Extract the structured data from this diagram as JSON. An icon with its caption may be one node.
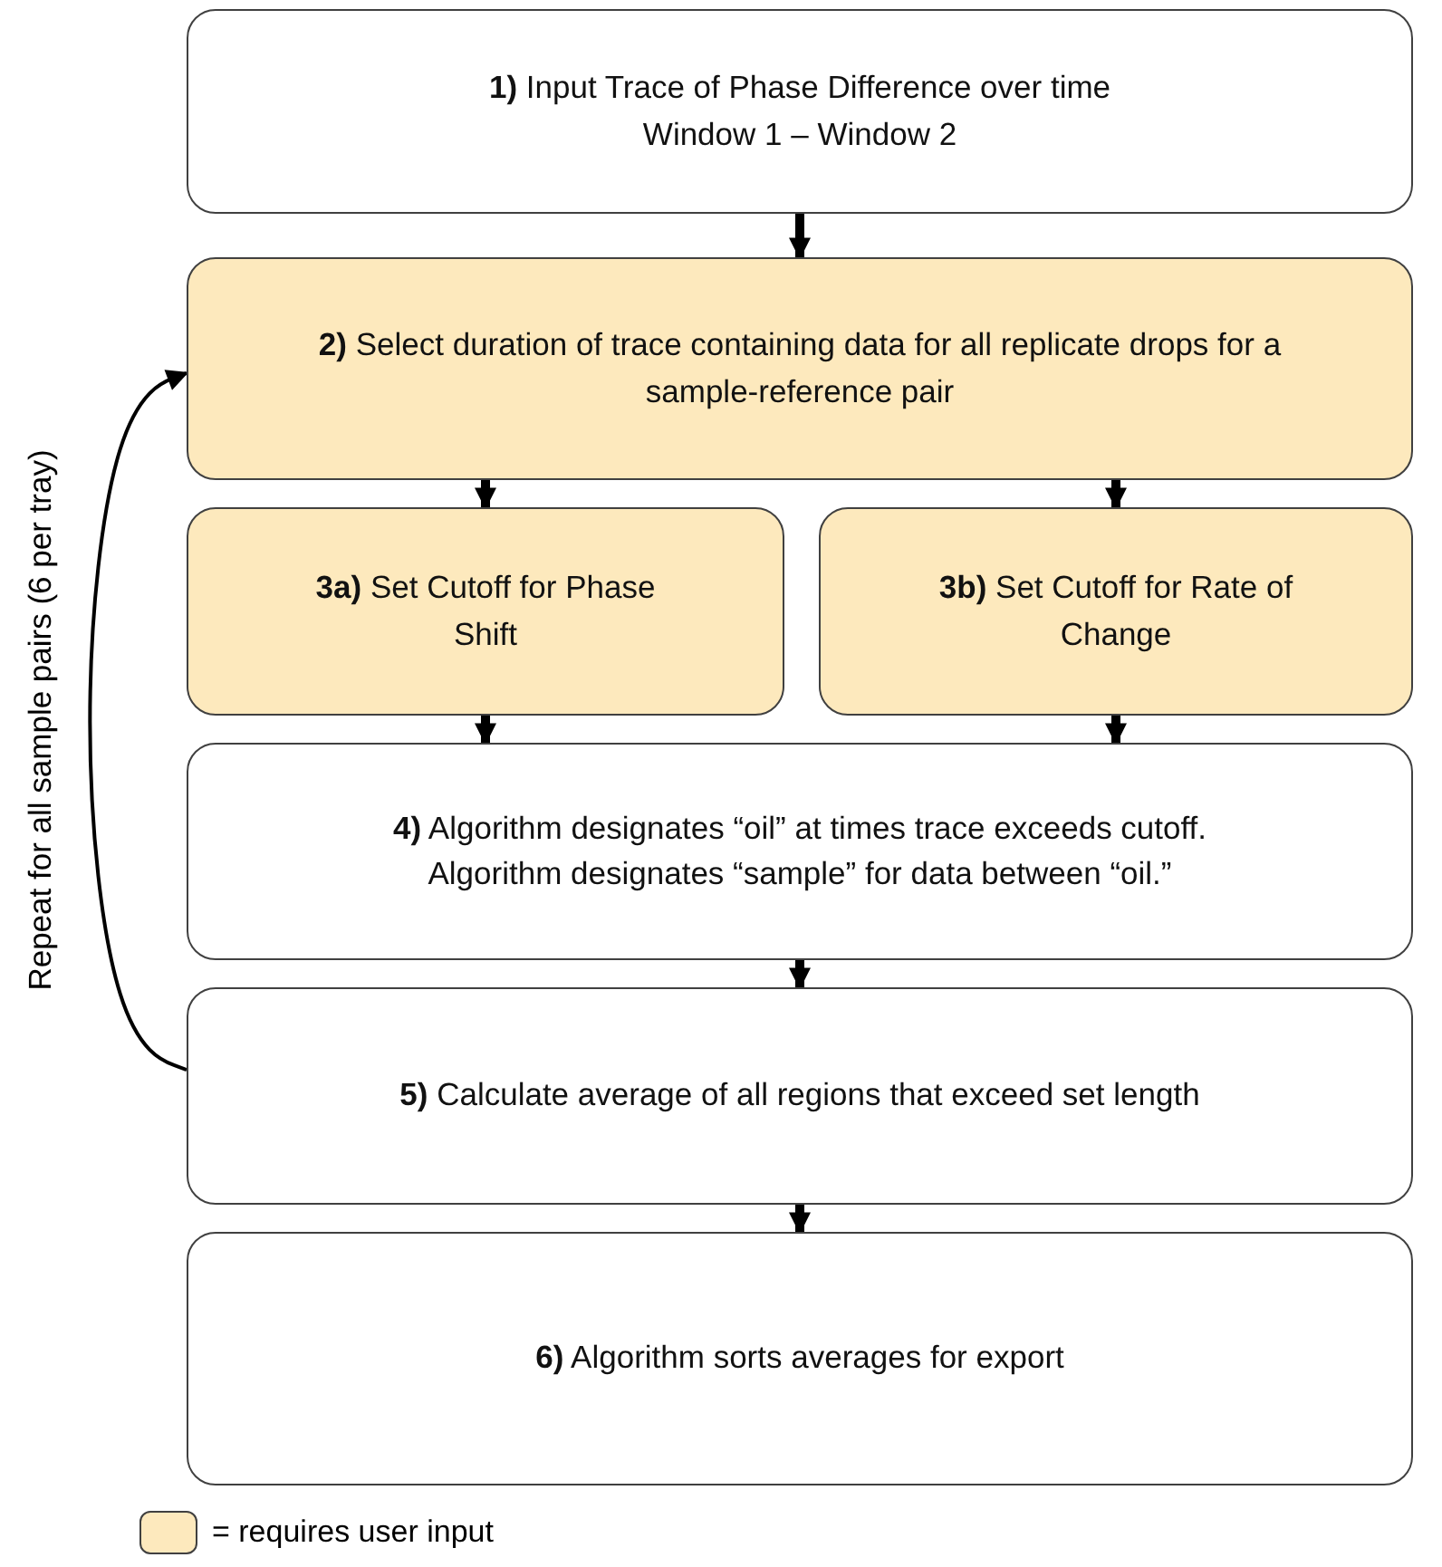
{
  "diagram": {
    "nodes": [
      {
        "text": [
          "**1)** Input Trace of Phase Difference over time",
          "Window 1 – Window 2"
        ]
      },
      {
        "text": [
          "**2)** Select duration of trace containing data for all replicate drops for a sample-reference pair"
        ]
      },
      {
        "text": [
          "**3a)** Set Cutoff for Phase Shift"
        ]
      },
      {
        "text": [
          "**3b)** Set Cutoff for Rate of Change"
        ]
      },
      {
        "text": [
          "**4)** Algorithm designates “oil” at times trace exceeds cutoff.",
          "Algorithm designates “sample” for data between “oil.”"
        ]
      },
      {
        "text": [
          "**5)** Calculate average of all regions that exceed set length"
        ]
      },
      {
        "text": [
          "**6)** Algorithm sorts averages for export"
        ]
      }
    ],
    "edges": [
      {
        "from": 0,
        "to": 1,
        "arrow": "to"
      },
      {
        "from": 1,
        "to": 2,
        "arrow": "to"
      },
      {
        "from": 1,
        "to": 3,
        "arrow": "to"
      },
      {
        "from": 2,
        "to": 4,
        "arrow": "to"
      },
      {
        "from": 3,
        "to": 4,
        "arrow": "to"
      },
      {
        "from": 4,
        "to": 5,
        "arrow": "to"
      },
      {
        "from": 5,
        "to": 6,
        "arrow": "to"
      },
      {
        "from": 5,
        "to": 1,
        "arrow": "to",
        "label": "Repeat for all sample pairs (6 per tray)"
      }
    ],
    "legend": [
      {
        "text": "= requires user input",
        "color": "#fde9bd"
      }
    ]
  }
}
